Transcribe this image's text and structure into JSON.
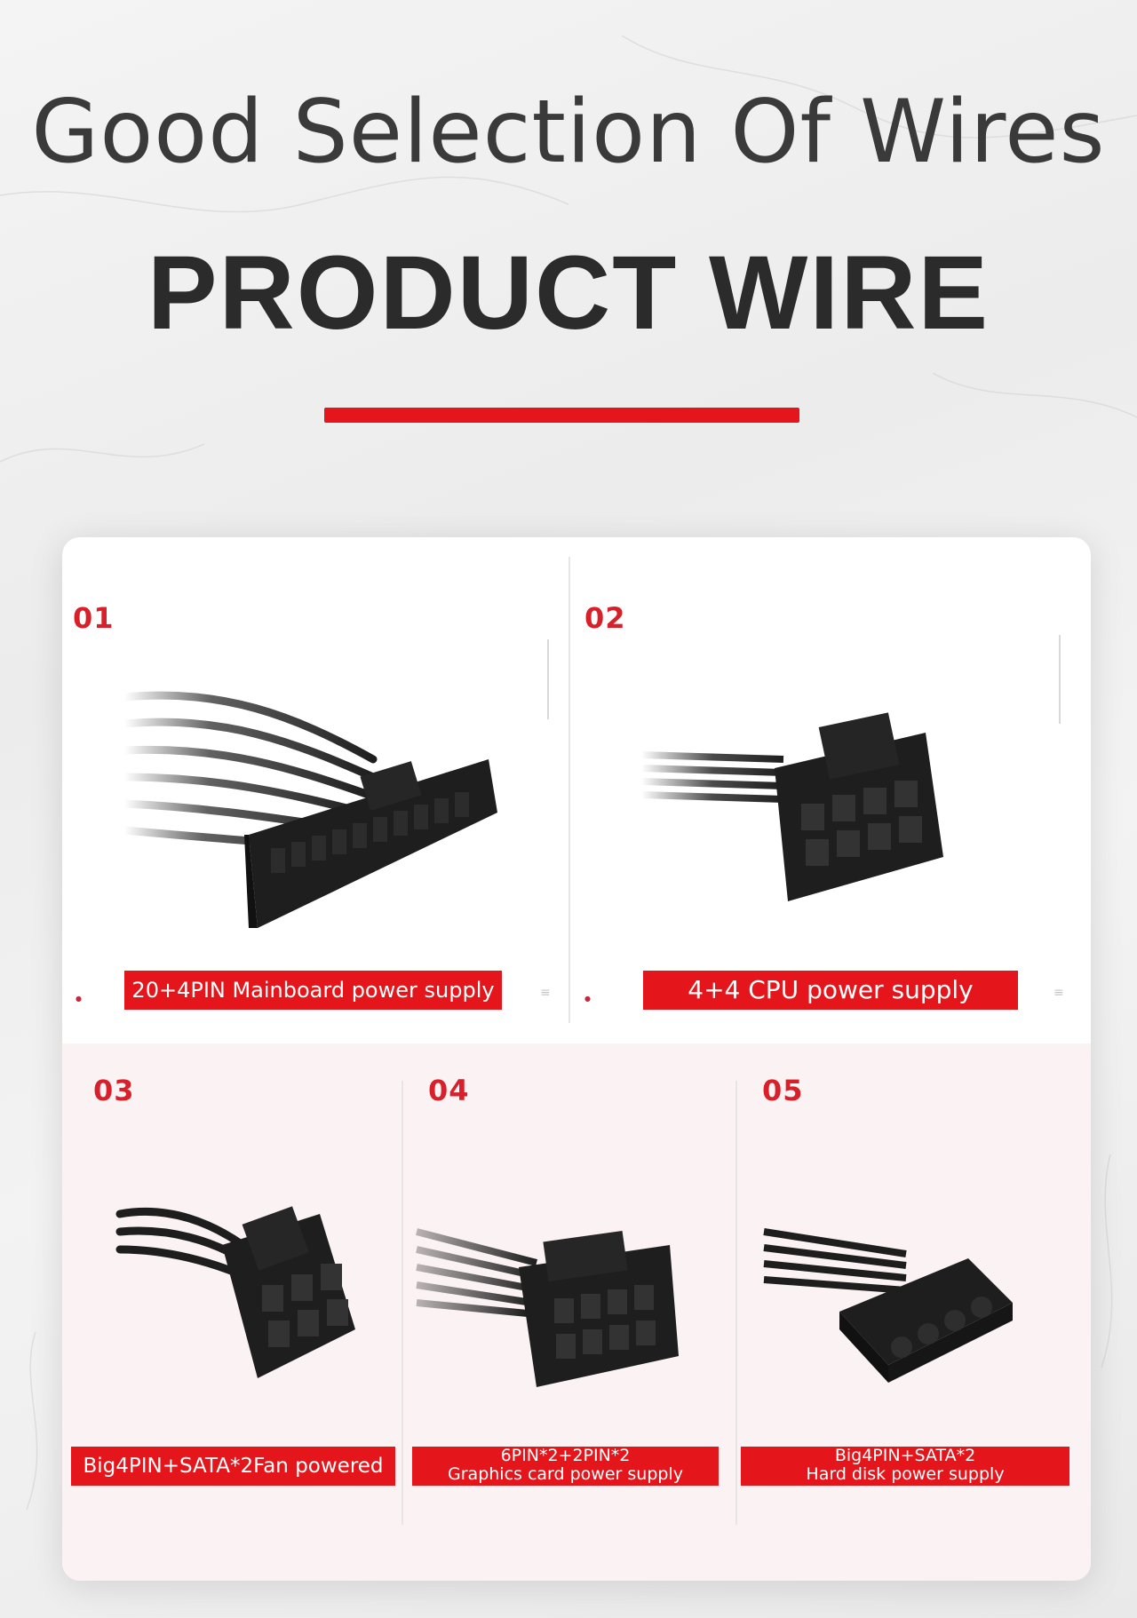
{
  "header": {
    "headline": "Good Selection Of Wires",
    "title": "PRODUCT WIRE"
  },
  "colors": {
    "accent_red": "#e4161b",
    "number_red": "#d8202a",
    "connector_black": "#1e1e1e"
  },
  "panels": [
    {
      "number": "01",
      "caption_lines": [
        "20+4PIN Mainboard power supply"
      ],
      "icon": "24-pin-atx-connector"
    },
    {
      "number": "02",
      "caption_lines": [
        "4+4 CPU power supply"
      ],
      "icon": "8-pin-cpu-connector"
    },
    {
      "number": "03",
      "caption_lines": [
        "Big4PIN+SATA*2Fan powered"
      ],
      "icon": "6-pin-connector"
    },
    {
      "number": "04",
      "caption_lines": [
        "6PIN*2+2PIN*2",
        "Graphics card power supply"
      ],
      "icon": "6-plus-2-pin-pcie-connector"
    },
    {
      "number": "05",
      "caption_lines": [
        "Big4PIN+SATA*2",
        "Hard disk power supply"
      ],
      "icon": "molex-4-pin-connector"
    }
  ]
}
